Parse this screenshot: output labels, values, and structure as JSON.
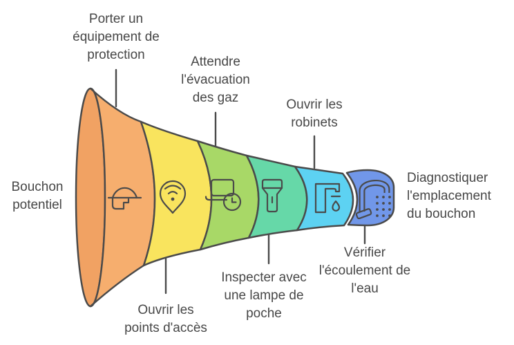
{
  "diagram": {
    "endpoints": {
      "source_label": "Bouchon\npotentiel",
      "result_label": "Diagnostiquer\nl'emplacement\ndu bouchon"
    },
    "steps": [
      {
        "label": "Porter un\néquipement de\nprotection",
        "icon": "hard-hat-icon",
        "color": "#F6AE6E",
        "label_position": "top"
      },
      {
        "label": "Ouvrir les\npoints d'accès",
        "icon": "wifi-pin-icon",
        "color": "#F9E45E",
        "label_position": "bottom"
      },
      {
        "label": "Attendre\nl'évacuation\ndes gaz",
        "icon": "laptop-clock-icon",
        "color": "#A8D867",
        "label_position": "top"
      },
      {
        "label": "Inspecter avec\nune lampe de\npoche",
        "icon": "flashlight-icon",
        "color": "#66D8A8",
        "label_position": "bottom"
      },
      {
        "label": "Ouvrir les\nrobinets",
        "icon": "faucet-drop-icon",
        "color": "#5DD2F2",
        "label_position": "top"
      },
      {
        "label": "Vérifier\nl'écoulement de\nl'eau",
        "icon": "faucet-spray-icon",
        "color": "#7197E9",
        "label_position": "bottom"
      }
    ],
    "rim_color": "#F1A263",
    "colors": {
      "outline": "#4A4A4A",
      "text": "#474747",
      "background": "#FFFFFF"
    }
  }
}
